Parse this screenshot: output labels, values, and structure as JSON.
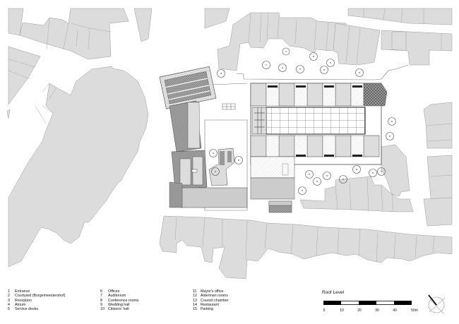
{
  "drawing": {
    "title": "Roof Level",
    "type": "architectural site plan"
  },
  "legend": {
    "column1": [
      {
        "num": "1",
        "label": "Entrance"
      },
      {
        "num": "2",
        "label": "Courtyard (Burgemeestershof)"
      },
      {
        "num": "3",
        "label": "Reception"
      },
      {
        "num": "4",
        "label": "Atrium"
      },
      {
        "num": "5",
        "label": "Service desks"
      }
    ],
    "column2": [
      {
        "num": "6",
        "label": "Offices"
      },
      {
        "num": "7",
        "label": "Auditorium"
      },
      {
        "num": "8",
        "label": "Conference rooms"
      },
      {
        "num": "9",
        "label": "Wedding hall"
      },
      {
        "num": "10",
        "label": "Citizens' hall"
      }
    ],
    "column3": [
      {
        "num": "11",
        "label": "Mayor's office"
      },
      {
        "num": "12",
        "label": "Alderman rooms"
      },
      {
        "num": "13",
        "label": "Council chamber"
      },
      {
        "num": "14",
        "label": "Restaurant"
      },
      {
        "num": "15",
        "label": "Parking"
      }
    ]
  },
  "scale_bar": {
    "ticks": [
      "0",
      "10",
      "20",
      "30",
      "40",
      "50m"
    ],
    "unit": "m"
  },
  "compass": {
    "icon": "north-arrow-icon"
  },
  "colors": {
    "context_buildings": "#dcdcdc",
    "outline": "#9a9a9a",
    "linework": "#444444",
    "background": "#ffffff"
  }
}
